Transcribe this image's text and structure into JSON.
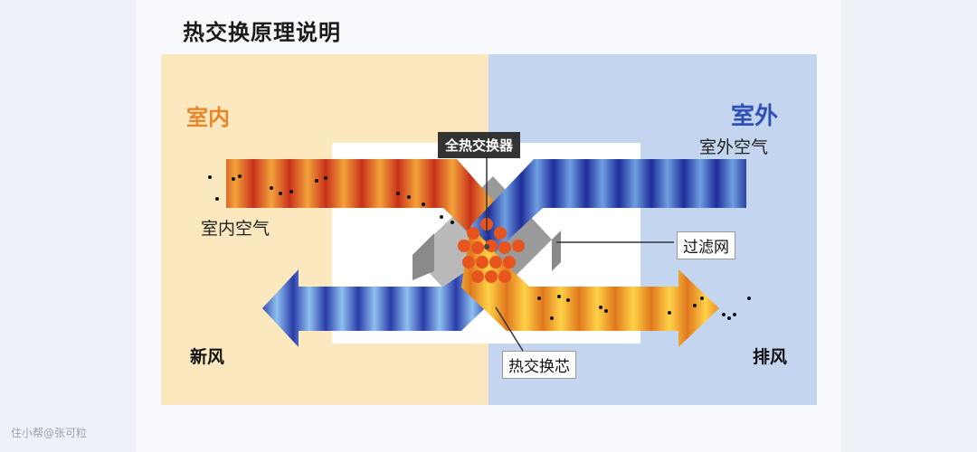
{
  "title": "热交换原理说明",
  "indoor": {
    "heading": "室内",
    "air_label": "室内空气",
    "fresh_air_label": "新风"
  },
  "outdoor": {
    "heading": "室外",
    "air_label": "室外空气",
    "exhaust_label": "排风"
  },
  "callouts": {
    "exchanger": "全热交换器",
    "filter": "过滤网",
    "core": "热交换芯"
  },
  "watermark": "住小帮@张可粒",
  "colors": {
    "indoor_panel": "#fbe8bf",
    "outdoor_panel": "#c4d5ef",
    "indoor_accent": "#e8862a",
    "outdoor_accent": "#2e4fb5",
    "hot_flow": "#d9401c",
    "cold_flow": "#2436a8"
  }
}
